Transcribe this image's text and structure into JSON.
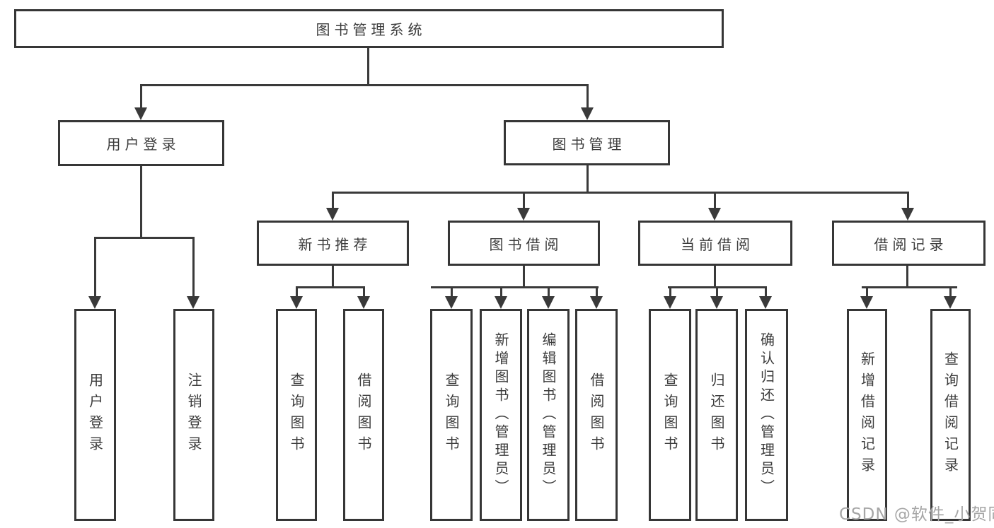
{
  "nodes": {
    "root": "图书管理系统",
    "user_login": "用户登录",
    "book_mgmt": "图书管理",
    "new_book_rec": "新书推荐",
    "book_borrow": "图书借阅",
    "current_borrow": "当前借阅",
    "borrow_records": "借阅记录",
    "login": "用户登录",
    "logout": "注销登录",
    "rec_query_book": "查询图书",
    "rec_borrow_book": "借阅图书",
    "bor_query_book": "查询图书",
    "bor_add_book": "新增图书（管理员）",
    "bor_edit_book": "编辑图书（管理员）",
    "bor_borrow_book": "借阅图书",
    "cur_query_book": "查询图书",
    "cur_return_book": "归还图书",
    "cur_confirm_return": "确认归还（管理员）",
    "rec_add_record": "新增借阅记录",
    "rec_query_record": "查询借阅记录"
  },
  "hierarchy": {
    "图书管理系统": {
      "用户登录": [
        "用户登录",
        "注销登录"
      ],
      "图书管理": {
        "新书推荐": [
          "查询图书",
          "借阅图书"
        ],
        "图书借阅": [
          "查询图书",
          "新增图书（管理员）",
          "编辑图书（管理员）",
          "借阅图书"
        ],
        "当前借阅": [
          "查询图书",
          "归还图书",
          "确认归还（管理员）"
        ],
        "借阅记录": [
          "新增借阅记录",
          "查询借阅记录"
        ]
      }
    }
  },
  "watermark": {
    "text": "CSDN @软件_小贺同学"
  },
  "colors": {
    "line": "#3a3a3a",
    "border": "#363636",
    "text": "#3c3c3c",
    "canvas": "#ffffff",
    "watermark": "#a6a6a6"
  }
}
